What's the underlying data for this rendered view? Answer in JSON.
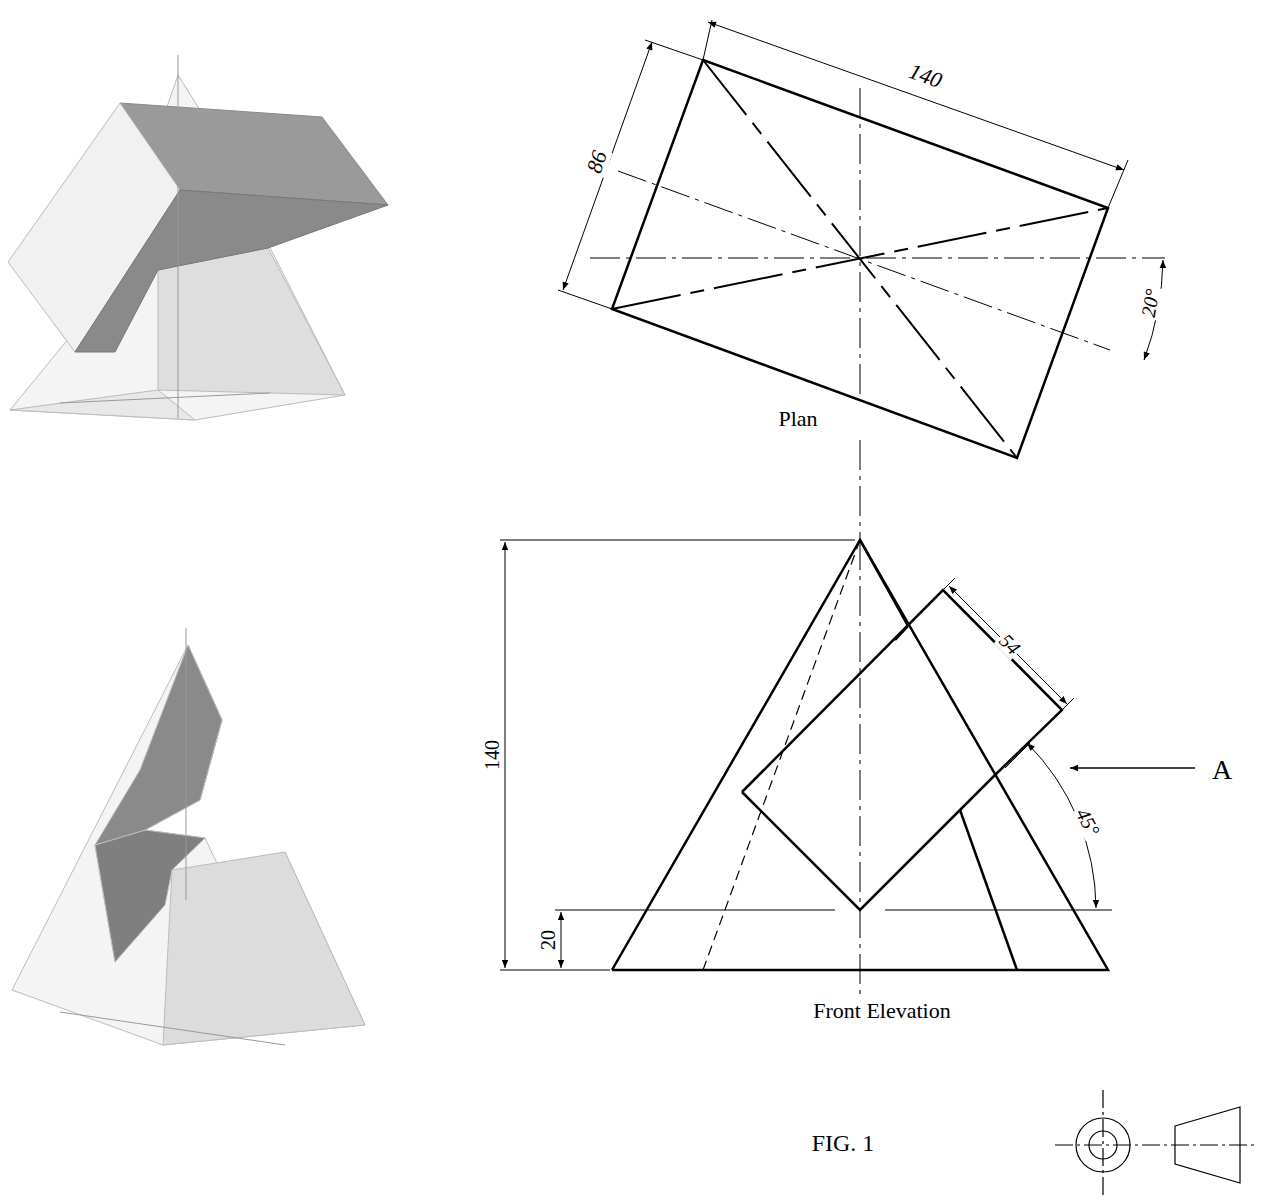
{
  "diagram": {
    "caption": "FIG. 1",
    "labels": [
      "140",
      "86",
      "20°",
      "Plan",
      "54",
      "45°",
      "A",
      "140",
      "20",
      "Front Elevation"
    ]
  }
}
